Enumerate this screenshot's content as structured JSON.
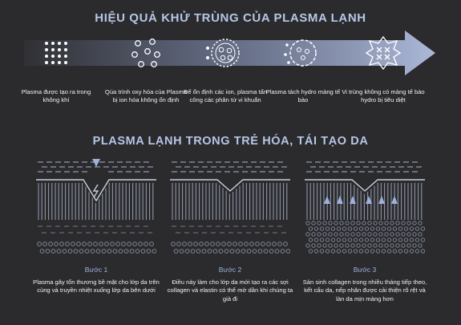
{
  "header": {
    "title": "HIỆU QUẢ KHỬ TRÙNG CỦA PLASMA LẠNH"
  },
  "disinfection": {
    "stages": [
      {
        "caption": "Plasma được tạo ra trong không khí",
        "icon": "plasma-dots-icon"
      },
      {
        "caption": "Qúa trình oxy hóa của Plasma bị ion hóa không ổn định",
        "icon": "ion-cluster-icon"
      },
      {
        "caption": "Để ổn định các ion, plasma tấn công các phân tử vi khuẩn",
        "icon": "bacteria-cell-icon"
      },
      {
        "caption": "Plasma tách hydro màng tế bào",
        "icon": "membrane-split-icon"
      },
      {
        "caption": "Vi trùng không có màng tế bào hydro bị tiêu diệt",
        "icon": "dead-germ-icon"
      }
    ]
  },
  "rejuvenation": {
    "title": "PLASMA LẠNH TRONG TRẺ HÓA, TÁI TẠO DA",
    "steps": [
      {
        "title": "Bước 1",
        "description": "Plasma gây tổn thương bề mặt cho lớp da trên cùng và truyền nhiệt xuống lớp da bên dưới"
      },
      {
        "title": "Bước 2",
        "description": "Điều này làm cho lớp da mới tạo ra các sợi collagen và elastin có thể mờ dần khi chúng ta già đi"
      },
      {
        "title": "Bước 3",
        "description": "Sản sinh collagen trong nhiều tháng tiếp theo, kết cấu da, nếp nhăn được cải thiện rõ rệt và làn da mịn màng hơn"
      }
    ]
  },
  "colors": {
    "background": "#2b2b2d",
    "title": "#b7c7e6",
    "accent": "#9fb2dc",
    "arrow": "#8a98bf"
  }
}
